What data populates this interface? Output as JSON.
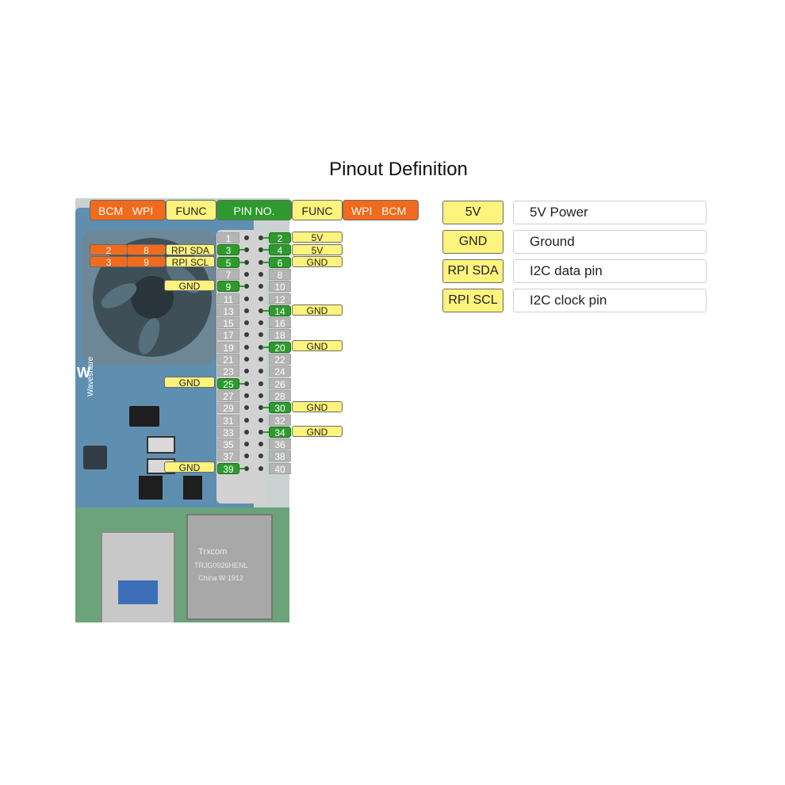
{
  "title": "Pinout Definition",
  "header": {
    "left_bcm": "BCM",
    "left_wpi": "WPI",
    "left_func": "FUNC",
    "pin_no": "PIN NO.",
    "right_func": "FUNC",
    "right_wpi": "WPI",
    "right_bcm": "BCM"
  },
  "pins": {
    "odd": [
      "1",
      "3",
      "5",
      "7",
      "9",
      "11",
      "13",
      "15",
      "17",
      "19",
      "21",
      "23",
      "25",
      "27",
      "29",
      "31",
      "33",
      "35",
      "37",
      "39"
    ],
    "even": [
      "2",
      "4",
      "6",
      "8",
      "10",
      "12",
      "14",
      "16",
      "18",
      "20",
      "22",
      "24",
      "26",
      "28",
      "30",
      "32",
      "34",
      "36",
      "38",
      "40"
    ]
  },
  "left_labels": {
    "sda_bcm": "2",
    "sda_wpi": "8",
    "sda_func": "RPI SDA",
    "scl_bcm": "3",
    "scl_wpi": "9",
    "scl_func": "RPI SCL",
    "gnd9": "GND",
    "gnd25": "GND",
    "gnd39": "GND"
  },
  "right_labels": {
    "p2": "5V",
    "p4": "5V",
    "p6": "GND",
    "p14": "GND",
    "p20": "GND",
    "p30": "GND",
    "p34": "GND"
  },
  "board_text": {
    "brand": "Waveshare",
    "jack1": "Trxcom",
    "jack2": "TRJG0926HENL",
    "jack3": "China W 1912"
  },
  "legend": [
    {
      "tag": "5V",
      "desc": "5V Power"
    },
    {
      "tag": "GND",
      "desc": "Ground"
    },
    {
      "tag": "RPI SDA",
      "desc": "I2C data pin"
    },
    {
      "tag": "RPI SCL",
      "desc": "I2C clock pin"
    }
  ],
  "colors": {
    "orange": "#f26a1b",
    "yellow": "#fef37c",
    "green": "#2e9a2e",
    "gray": "#b5b5b5"
  }
}
